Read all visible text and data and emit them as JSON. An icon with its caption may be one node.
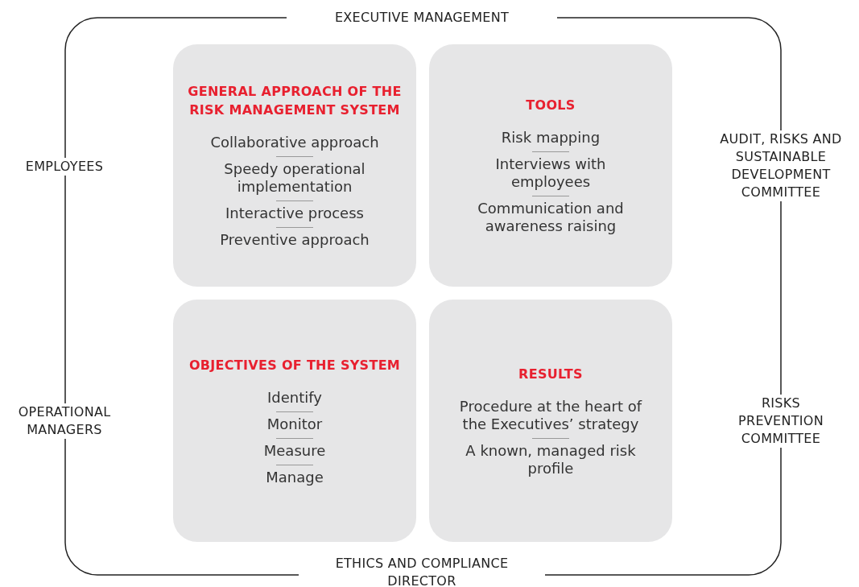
{
  "diagram": {
    "nodes": [
      {
        "text": [
          "EXECUTIVE MANAGEMENT",
          "EMPLOYEES",
          "AUDIT, RISKS AND SUSTAINABLE DEVELOPMENT COMMITTEE",
          "OPERATIONAL MANAGERS",
          "RISKS PREVENTION COMMITTEE",
          "ETHICS AND COMPLIANCE DIRECTOR"
        ]
      },
      {
        "text": [
          "GENERAL APPROACH OF THE RISK MANAGEMENT SYSTEM",
          "Collaborative approach",
          "Speedy operational implementation",
          "Interactive process",
          "Preventive approach"
        ],
        "in": 0
      },
      {
        "text": [
          "TOOLS",
          "Risk mapping",
          "Interviews with employees",
          "Communication and awareness raising"
        ],
        "in": 0
      },
      {
        "text": [
          "OBJECTIVES OF THE SYSTEM",
          "Identify",
          "Monitor",
          "Measure",
          "Manage"
        ],
        "in": 0
      },
      {
        "text": [
          "RESULTS",
          "Procedure at the heart of the Executives’ strategy",
          "A known, managed risk profile"
        ],
        "in": 0
      }
    ],
    "edges": []
  }
}
